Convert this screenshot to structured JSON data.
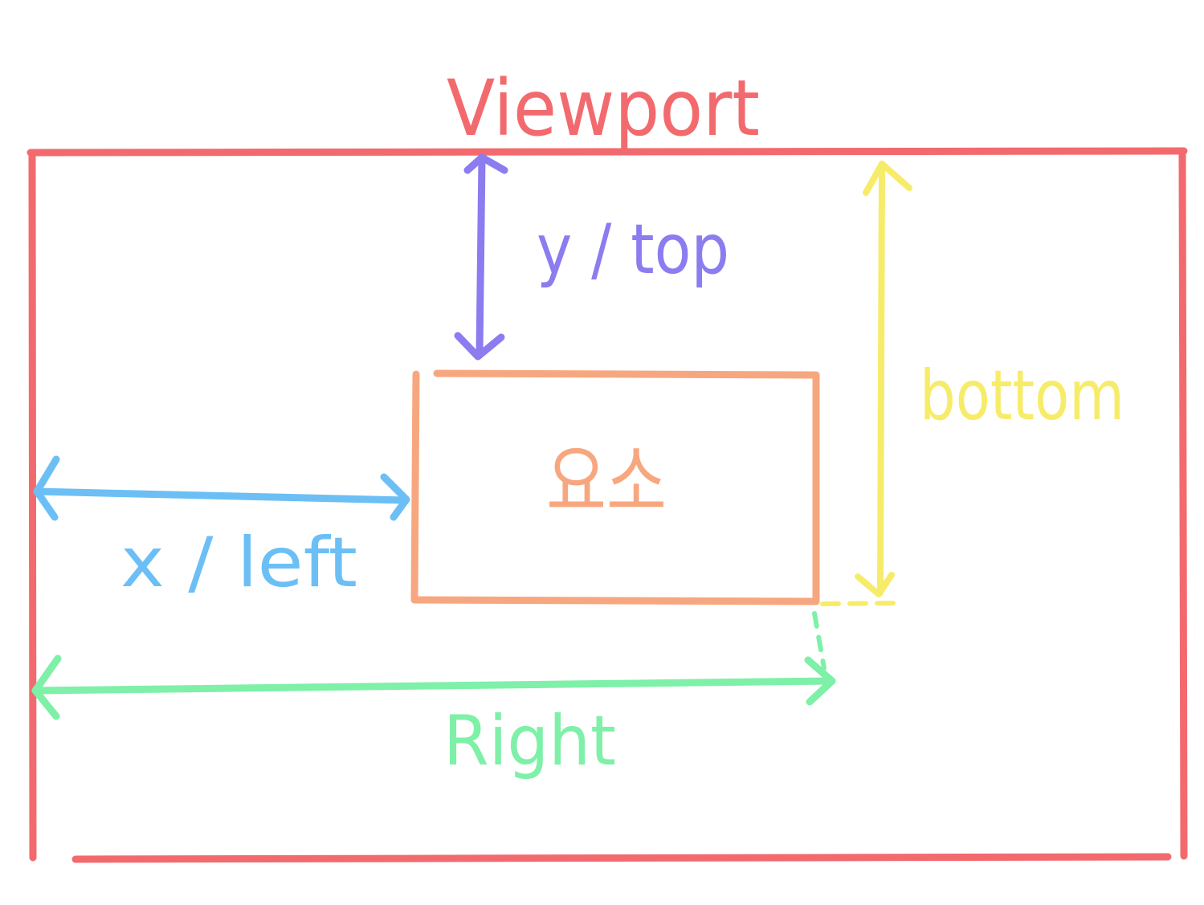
{
  "diagram": {
    "title": "Viewport",
    "element_label": "요소",
    "labels": {
      "top": "y / top",
      "left": "x / left",
      "bottom": "bottom",
      "right": "Right"
    }
  },
  "colors": {
    "viewport": "#f26a6e",
    "element": "#f7a77f",
    "top": "#8b7cf0",
    "left": "#6cbff5",
    "bottom": "#f7ec6a",
    "right": "#7ef0a8",
    "background": "#ffffff"
  }
}
